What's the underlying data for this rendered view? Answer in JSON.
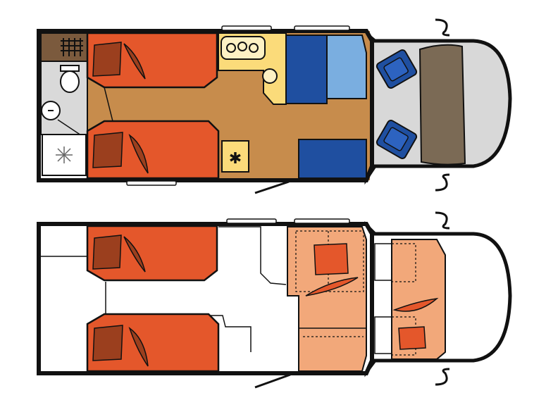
{
  "diagram": {
    "type": "motorhome floor plan",
    "layouts": [
      {
        "name": "day-layout"
      },
      {
        "name": "night-layout"
      }
    ]
  },
  "colors": {
    "outline": "#111111",
    "floor": "#c78c4c",
    "bed": "#e4572b",
    "bed_pillow": "#9b3f1e",
    "kitchen": "#fbdb7a",
    "sofa": "#1f4fa0",
    "sofa_light": "#7aaee0",
    "bathroom": "#d9d9d9",
    "wardrobe": "#7b5a3d",
    "cab": "#d8d8d8",
    "dashboard": "#7b6a55",
    "night_bed": "#f2a87a",
    "night_pillow": "#e4572b"
  },
  "icons": [
    "snowflake-icon",
    "shower-icon",
    "toilet-icon",
    "sink-icon",
    "stove-icon"
  ]
}
